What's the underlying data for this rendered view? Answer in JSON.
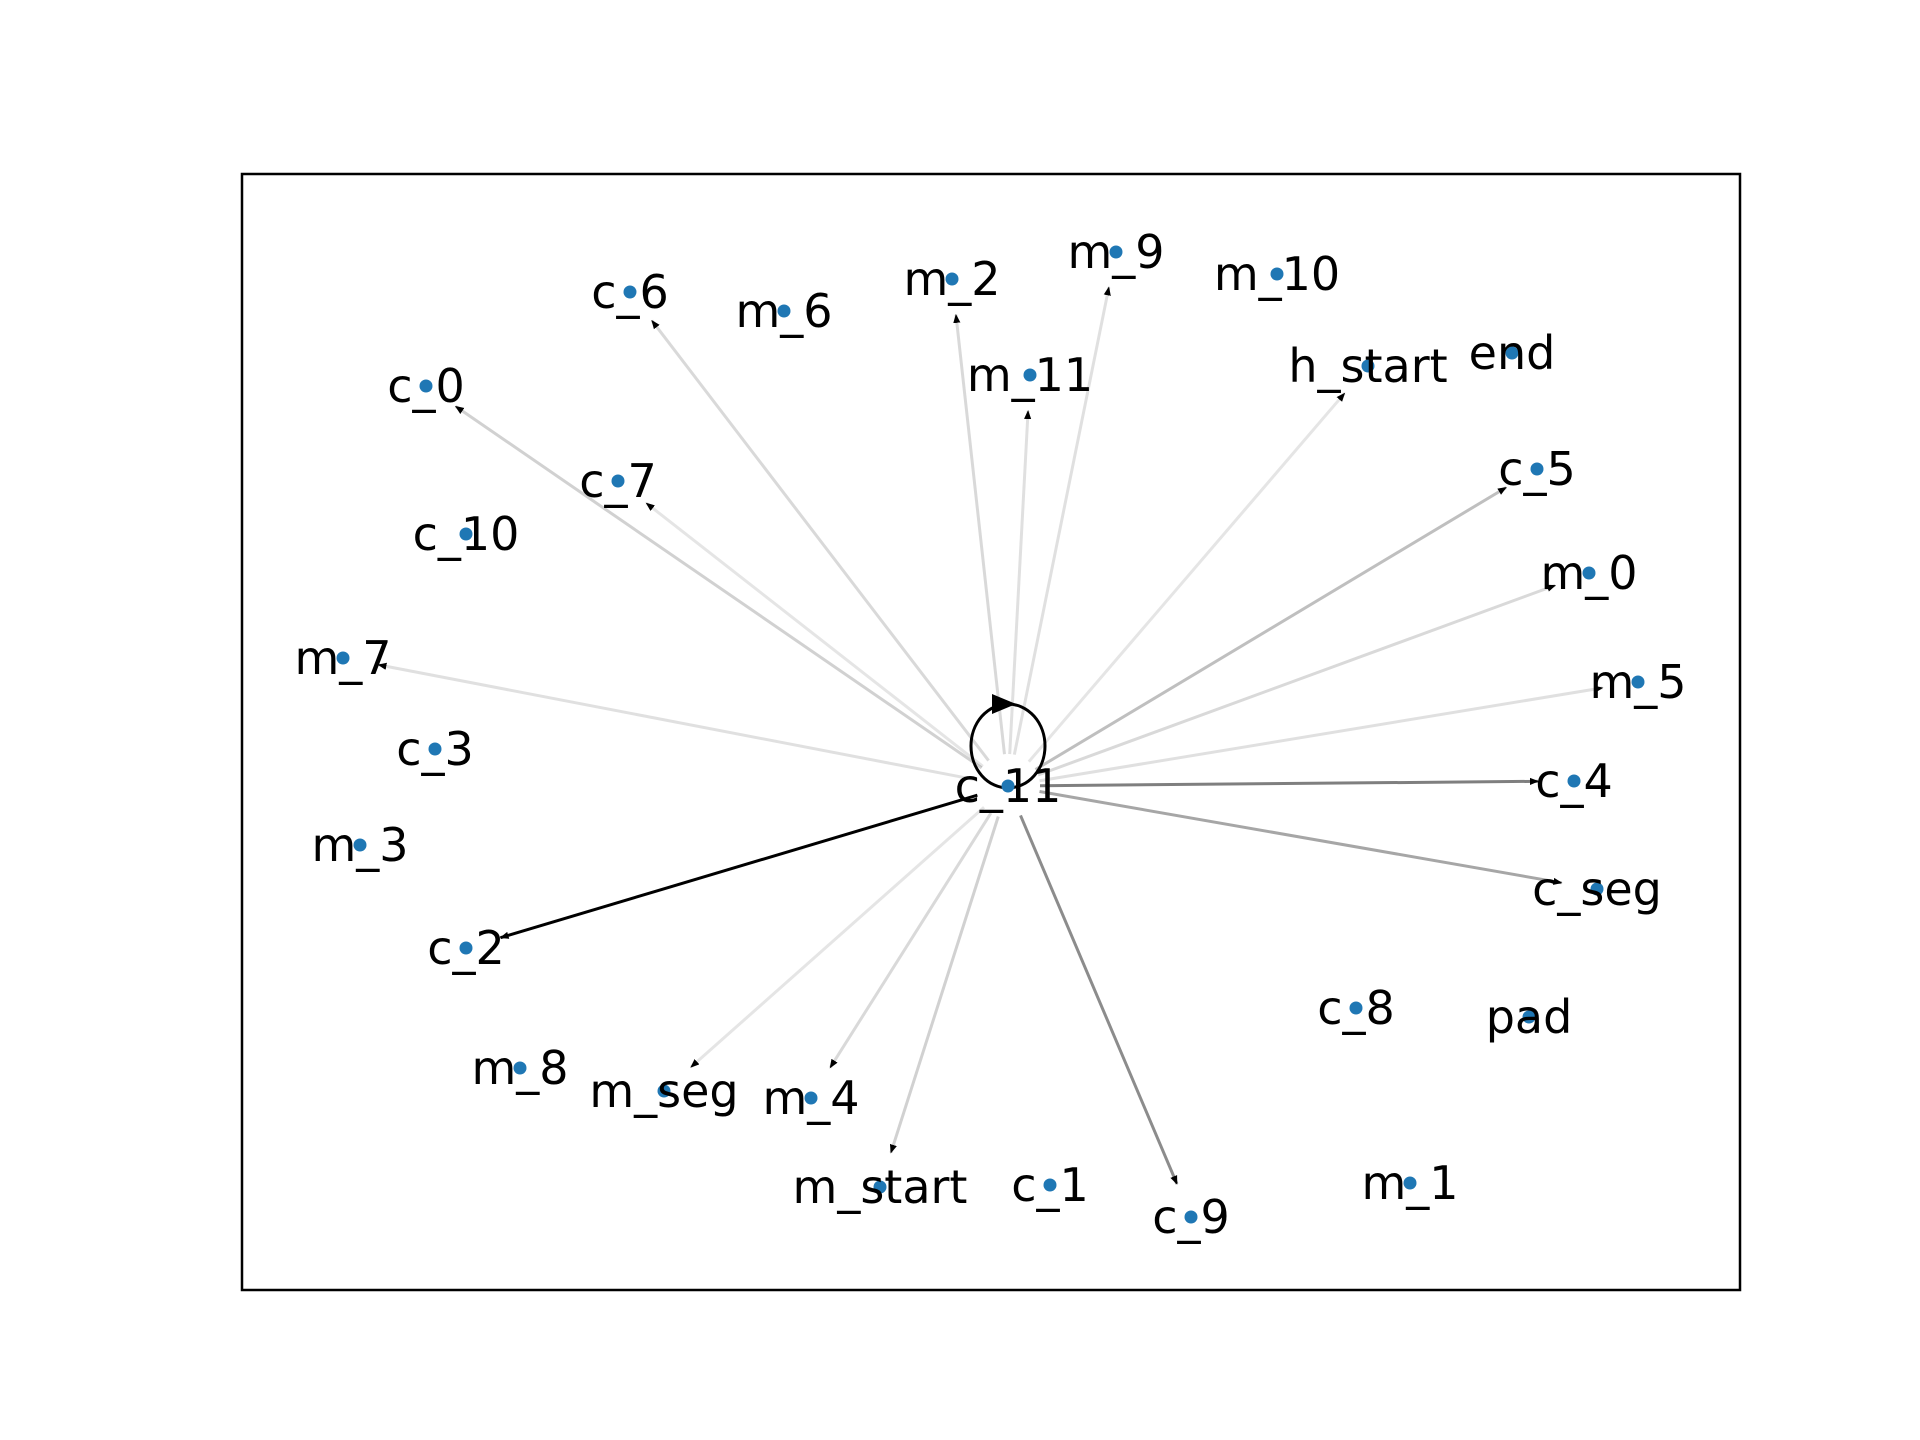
{
  "center_node": "c_11",
  "nodes": [
    "c_6",
    "m_6",
    "m_2",
    "m_9",
    "m_10",
    "c_0",
    "m_11",
    "h_start",
    "end",
    "c_7",
    "c_5",
    "c_10",
    "m_0",
    "m_7",
    "m_5",
    "c_3",
    "c_11",
    "c_4",
    "m_3",
    "c_seg",
    "c_2",
    "c_8",
    "pad",
    "m_8",
    "m_seg",
    "m_4",
    "m_start",
    "c_1",
    "m_1",
    "c_9"
  ],
  "edges": [
    {
      "source": "c_11",
      "target": "c_2",
      "opacity": 1.0
    },
    {
      "source": "c_11",
      "target": "c_9",
      "opacity": 0.45
    },
    {
      "source": "c_11",
      "target": "c_4",
      "opacity": 0.5
    },
    {
      "source": "c_11",
      "target": "c_seg",
      "opacity": 0.35
    },
    {
      "source": "c_11",
      "target": "c_5",
      "opacity": 0.25
    },
    {
      "source": "c_11",
      "target": "m_0",
      "opacity": 0.15
    },
    {
      "source": "c_11",
      "target": "m_5",
      "opacity": 0.12
    },
    {
      "source": "c_11",
      "target": "h_start",
      "opacity": 0.1
    },
    {
      "source": "c_11",
      "target": "m_9",
      "opacity": 0.12
    },
    {
      "source": "c_11",
      "target": "m_11",
      "opacity": 0.12
    },
    {
      "source": "c_11",
      "target": "m_2",
      "opacity": 0.15
    },
    {
      "source": "c_11",
      "target": "c_6",
      "opacity": 0.15
    },
    {
      "source": "c_11",
      "target": "c_0",
      "opacity": 0.18
    },
    {
      "source": "c_11",
      "target": "c_7",
      "opacity": 0.1
    },
    {
      "source": "c_11",
      "target": "m_7",
      "opacity": 0.12
    },
    {
      "source": "c_11",
      "target": "m_seg",
      "opacity": 0.1
    },
    {
      "source": "c_11",
      "target": "m_4",
      "opacity": 0.15
    },
    {
      "source": "c_11",
      "target": "m_start",
      "opacity": 0.18
    },
    {
      "source": "c_11",
      "target": "c_11",
      "opacity": 1.0,
      "self_loop": true
    }
  ],
  "colors": {
    "node": "#1f77b4",
    "edge": "#000000",
    "frame": "#000000"
  }
}
